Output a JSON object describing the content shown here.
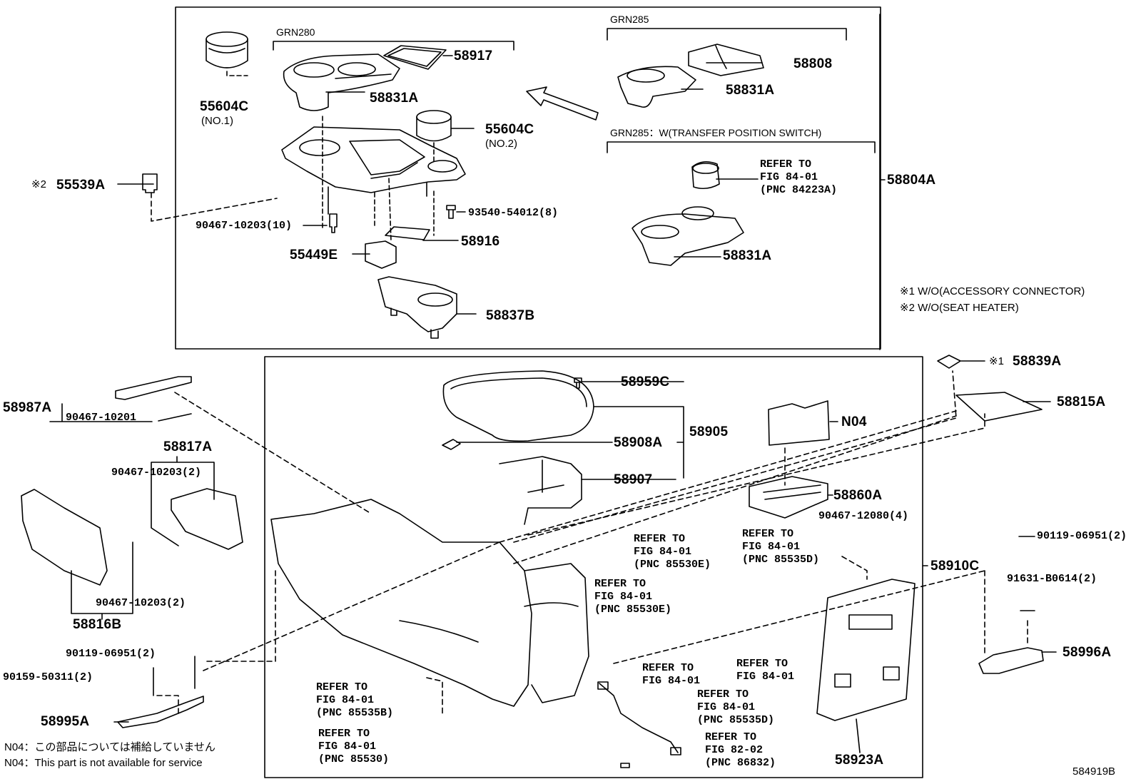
{
  "title_code": "584919B",
  "groups": {
    "grn280": "GRN280",
    "grn285": "GRN285",
    "grn285_w": "GRN285：W(TRANSFER POSITION SWITCH)"
  },
  "parts": {
    "p55604c_1": "55604C",
    "p55604c_1_sub": "(NO.1)",
    "p58917": "58917",
    "p58831a_top": "58831A",
    "p55604c_2": "55604C",
    "p55604c_2_sub": "(NO.2)",
    "p58808": "58808",
    "p58831a_285": "58831A",
    "p58804a": "58804A",
    "p55539a": "55539A",
    "p55539a_mark": "※2",
    "p90467_10203_10": "90467-10203(10)",
    "p93540_54012_8": "93540-54012(8)",
    "p58916": "58916",
    "p55449e": "55449E",
    "p58831a_w": "58831A",
    "p58837b": "58837B",
    "p58987a": "58987A",
    "p90467_10201": "90467-10201",
    "p58817a": "58817A",
    "p90467_10203_2a": "90467-10203(2)",
    "p90467_10203_2b": "90467-10203(2)",
    "p58816b": "58816B",
    "p90119_06951_2a": "90119-06951(2)",
    "p90159_50311_2": "90159-50311(2)",
    "p58995a": "58995A",
    "p58959c": "58959C",
    "p58905": "58905",
    "p58908a": "58908A",
    "p58907": "58907",
    "pN04": "N04",
    "p58860a": "58860A",
    "p90467_12080_4": "90467-12080(4)",
    "p58910c": "58910C",
    "p58839a": "58839A",
    "p58839a_mark": "※1",
    "p58815a": "58815A",
    "p90119_06951_2b": "90119-06951(2)",
    "p91631_b0614_2": "91631-B0614(2)",
    "p58996a": "58996A",
    "p58923a": "58923A"
  },
  "refs": {
    "r84223a": "REFER TO\nFIG 84-01\n(PNC 84223A)",
    "r85530e_a": "REFER TO\nFIG 84-01\n(PNC 85530E)",
    "r85535d_a": "REFER TO\nFIG 84-01\n(PNC 85535D)",
    "r85530e_b": "REFER TO\nFIG 84-01\n(PNC 85530E)",
    "r8401_a": "REFER TO\nFIG 84-01",
    "r8401_b": "REFER TO\nFIG 84-01",
    "r85535d_b": "REFER TO\nFIG 84-01\n(PNC 85535D)",
    "r85535b": "REFER TO\nFIG 84-01\n(PNC 85535B)",
    "r85530": "REFER TO\nFIG 84-01\n(PNC 85530)",
    "r86832": "REFER TO\nFIG 82-02\n(PNC 86832)"
  },
  "notes": {
    "n1": "※1 W/O(ACCESSORY CONNECTOR)",
    "n2": "※2 W/O(SEAT HEATER)",
    "n04_jp": "N04：この部品については補給していません",
    "n04_en": "N04：This part is not available for service"
  }
}
